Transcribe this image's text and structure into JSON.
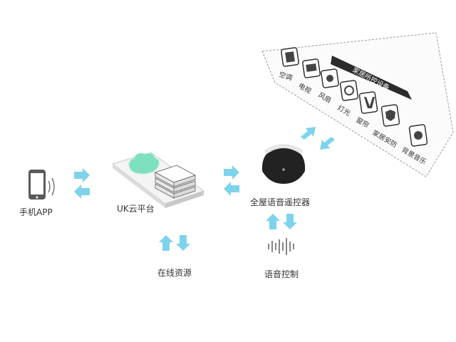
{
  "nodes": {
    "phone": "手机APP",
    "cloud": "UK云平台",
    "remote": "全屋语音遥控器",
    "online": "在线资源",
    "voice": "语音控制"
  },
  "devices_title": "家居所控设备",
  "devices": [
    "空调",
    "电视",
    "风扇",
    "灯光",
    "窗帘",
    "家居安防",
    "背景音乐"
  ],
  "colors": {
    "arrow": "#7dd3ec",
    "cloud": "#7fe0c0",
    "band": "#2b2b2b"
  }
}
